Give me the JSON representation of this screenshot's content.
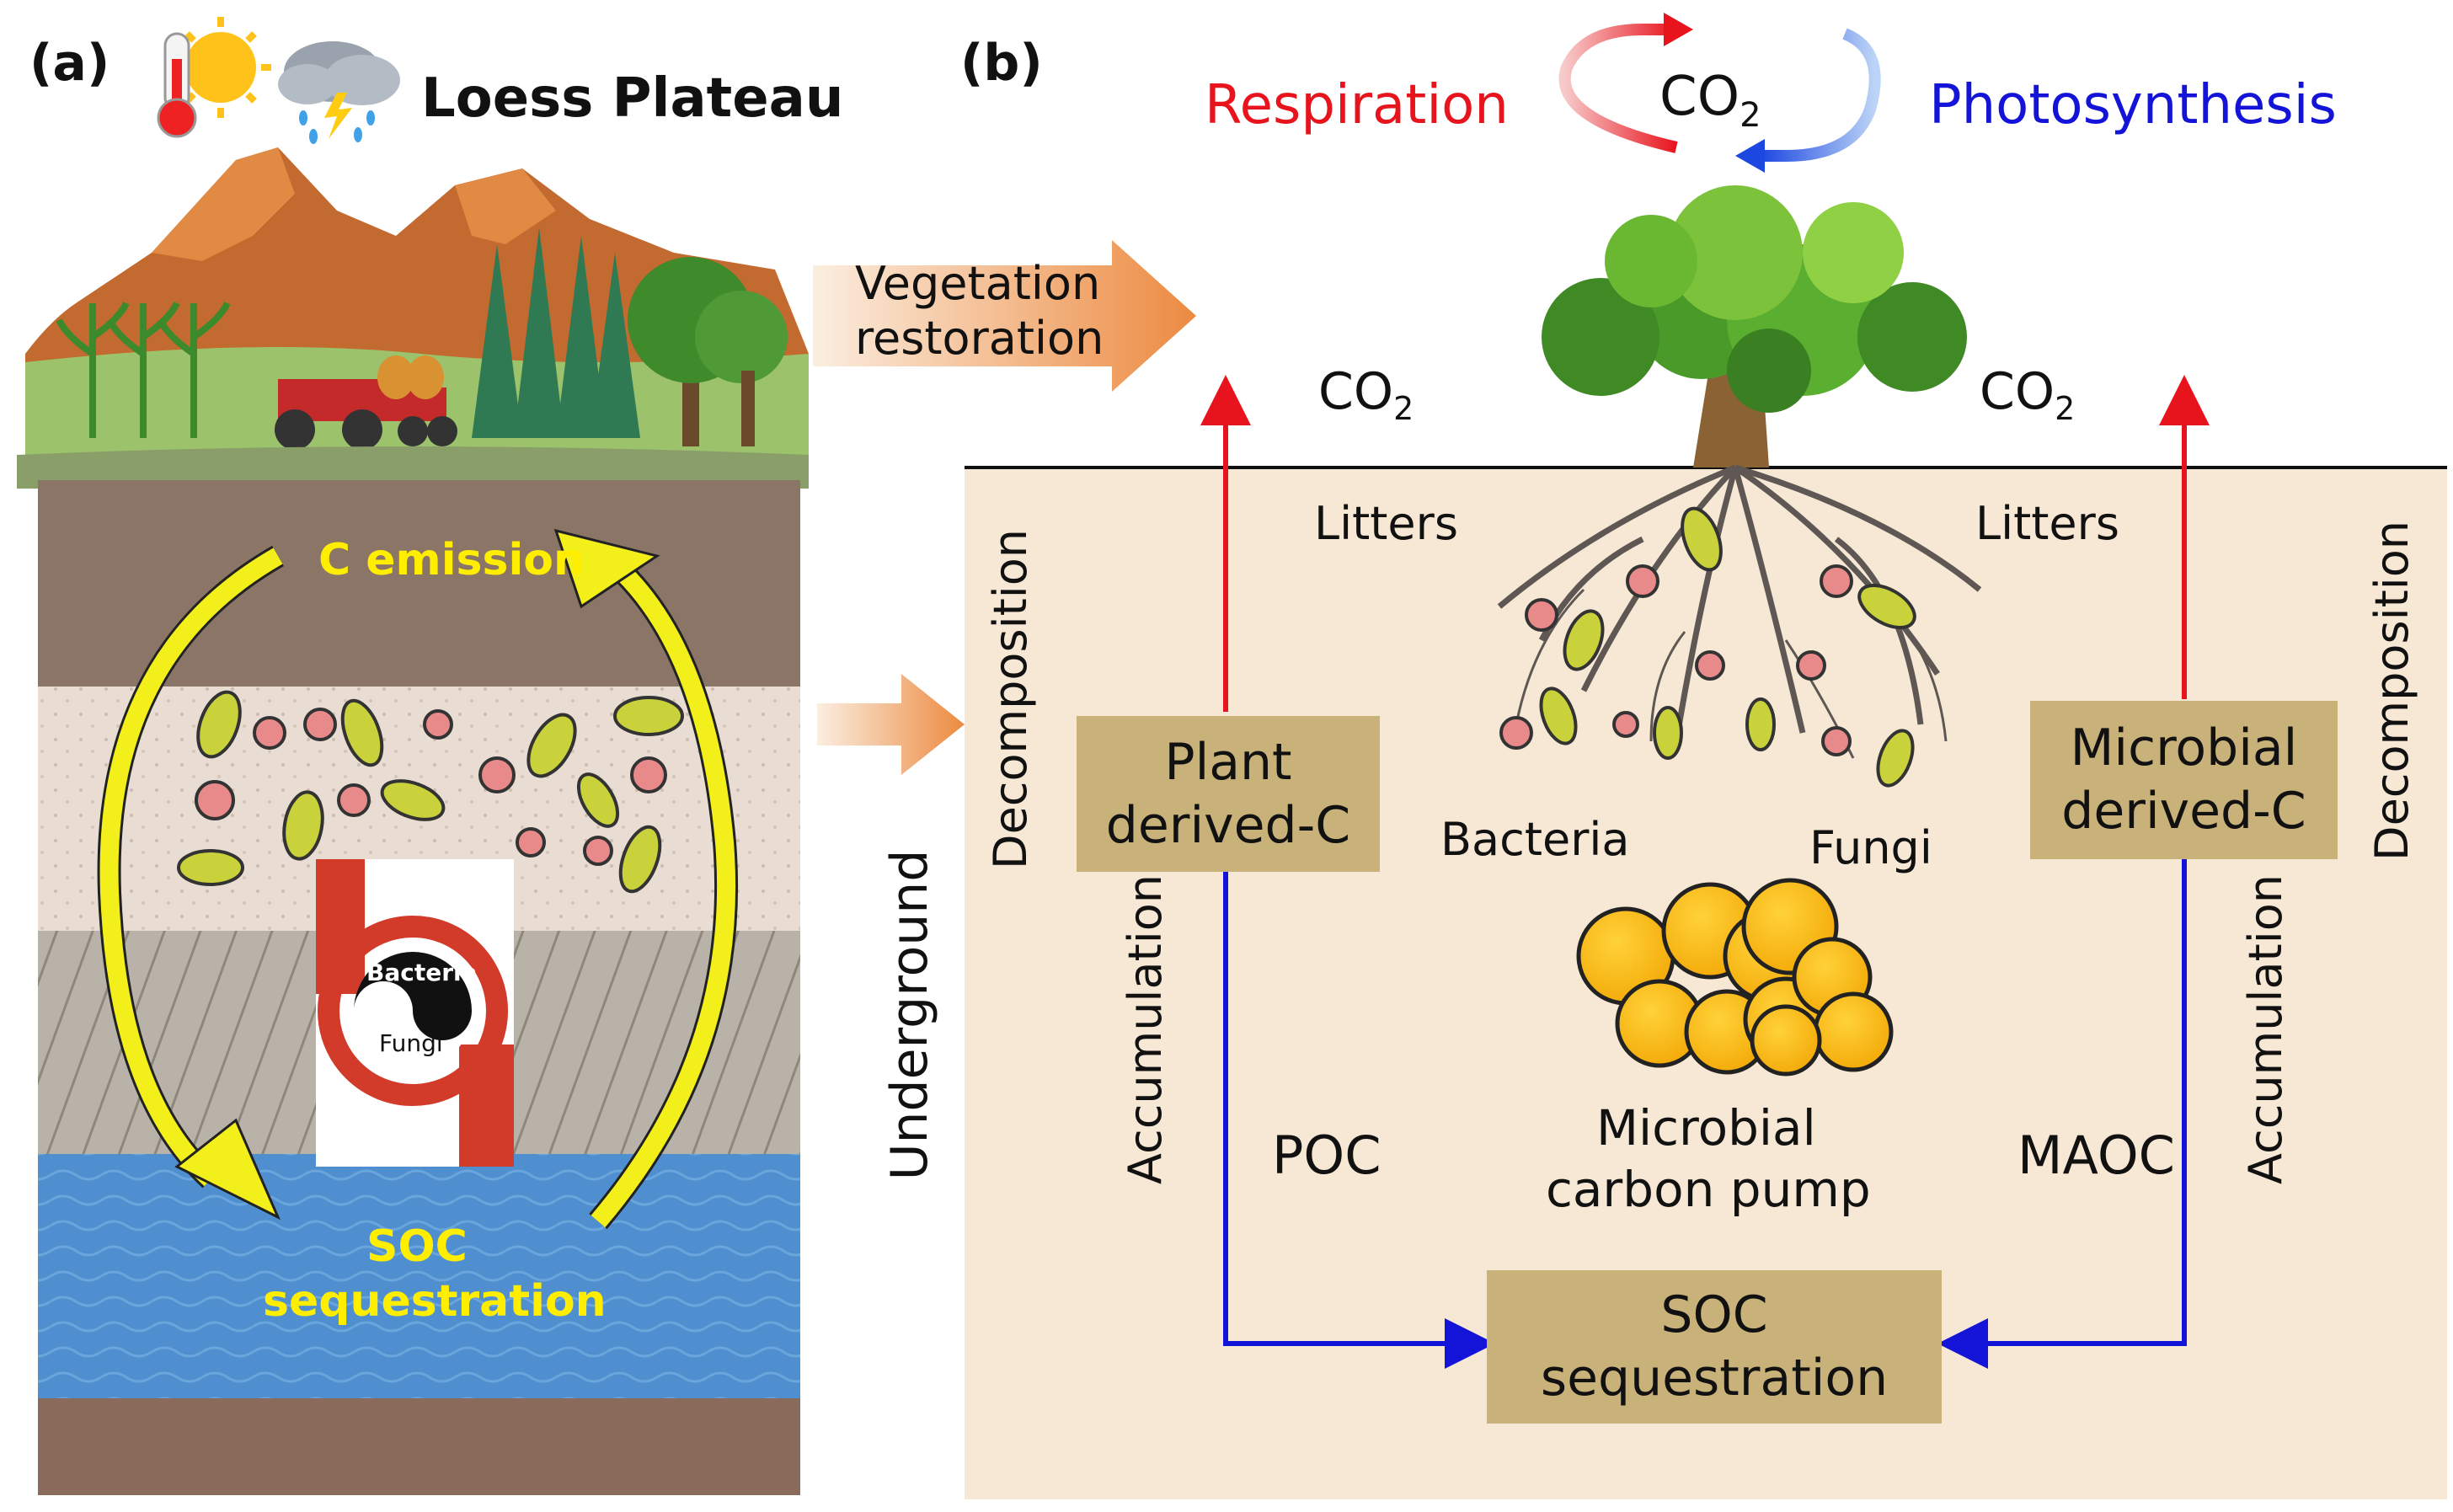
{
  "panel_a": {
    "tag": "(a)",
    "title": "Loess Plateau",
    "c_emission": "C emission",
    "soc_line1": "SOC",
    "soc_line2": "sequestration",
    "pump_bacteria": "Bacteria",
    "pump_fungi": "Fungi",
    "icons": [
      "thermometer-sun-icon",
      "rain-storm-cloud-icon"
    ],
    "colors": {
      "yellow_arrow": "#f2ef1a",
      "label_yellow": "#ffee00",
      "pump_red": "#d23a2a"
    }
  },
  "arrows_between": {
    "vegetation_line1": "Vegetation",
    "vegetation_line2": "restoration",
    "underground": "Underground"
  },
  "panel_b": {
    "tag": "(b)",
    "respiration": "Respiration",
    "photosynthesis": "Photosynthesis",
    "co2_top": "CO",
    "co2_left": "CO",
    "co2_right": "CO",
    "co2_sub": "2",
    "litters_left": "Litters",
    "litters_right": "Litters",
    "decomposition_left": "Decomposition",
    "decomposition_right": "Decomposition",
    "accumulation_left": "Accumulation",
    "accumulation_right": "Accumulation",
    "plant_box": "Plant\nderived-C",
    "microbial_box": "Microbial\nderived-C",
    "soc_box": "SOC\nsequestration",
    "bacteria": "Bacteria",
    "fungi": "Fungi",
    "pump_line1": "Microbial",
    "pump_line2": "carbon pump",
    "poc": "POC",
    "maoc": "MAOC",
    "colors": {
      "respiration": "#e8141d",
      "photosynthesis": "#1414d8",
      "soil_bg": "#f6e8d4",
      "box": "#c9b27a",
      "red_arrow": "#e8141d",
      "blue_arrow": "#1414d8"
    }
  }
}
